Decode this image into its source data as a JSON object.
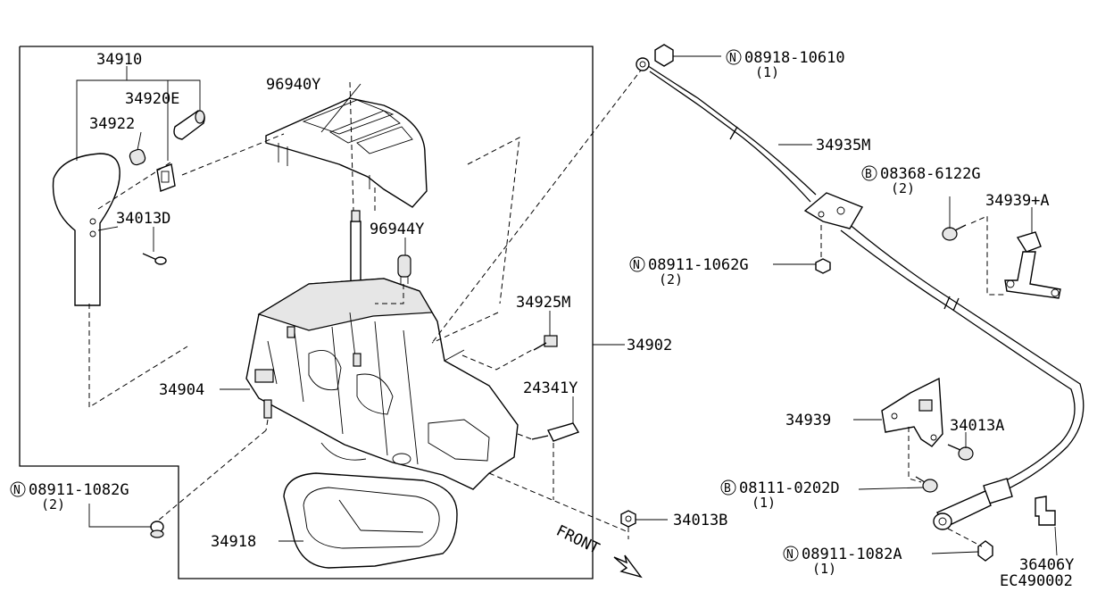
{
  "diagram": {
    "code": "EC490002",
    "front_label": "FRONT",
    "callouts": {
      "p34910": {
        "num": "34910"
      },
      "p34920e": {
        "num": "34920E"
      },
      "p34922": {
        "num": "34922"
      },
      "p34013d": {
        "num": "34013D"
      },
      "p96940y": {
        "num": "96940Y"
      },
      "p96944y": {
        "num": "96944Y"
      },
      "p34925m": {
        "num": "34925M"
      },
      "p34902": {
        "num": "34902"
      },
      "p34904": {
        "num": "34904"
      },
      "p24341y": {
        "num": "24341Y"
      },
      "p34918": {
        "num": "34918"
      },
      "p34013b": {
        "num": "34013B"
      },
      "n08918": {
        "prefix": "N",
        "num": "08918-10610",
        "qty": "(1)"
      },
      "p34935m": {
        "num": "34935M"
      },
      "b08368": {
        "prefix": "B",
        "num": "08368-6122G",
        "qty": "(2)"
      },
      "p34939a": {
        "num": "34939+A"
      },
      "n08911g": {
        "prefix": "N",
        "num": "08911-1062G",
        "qty": "(2)"
      },
      "p34939": {
        "num": "34939"
      },
      "p34013a": {
        "num": "34013A"
      },
      "b08111": {
        "prefix": "B",
        "num": "08111-0202D",
        "qty": "(1)"
      },
      "n08911a": {
        "prefix": "N",
        "num": "08911-1082A",
        "qty": "(1)"
      },
      "p36406y": {
        "num": "36406Y"
      },
      "n08911l": {
        "prefix": "N",
        "num": "08911-1082G",
        "qty": "(2)"
      }
    }
  }
}
